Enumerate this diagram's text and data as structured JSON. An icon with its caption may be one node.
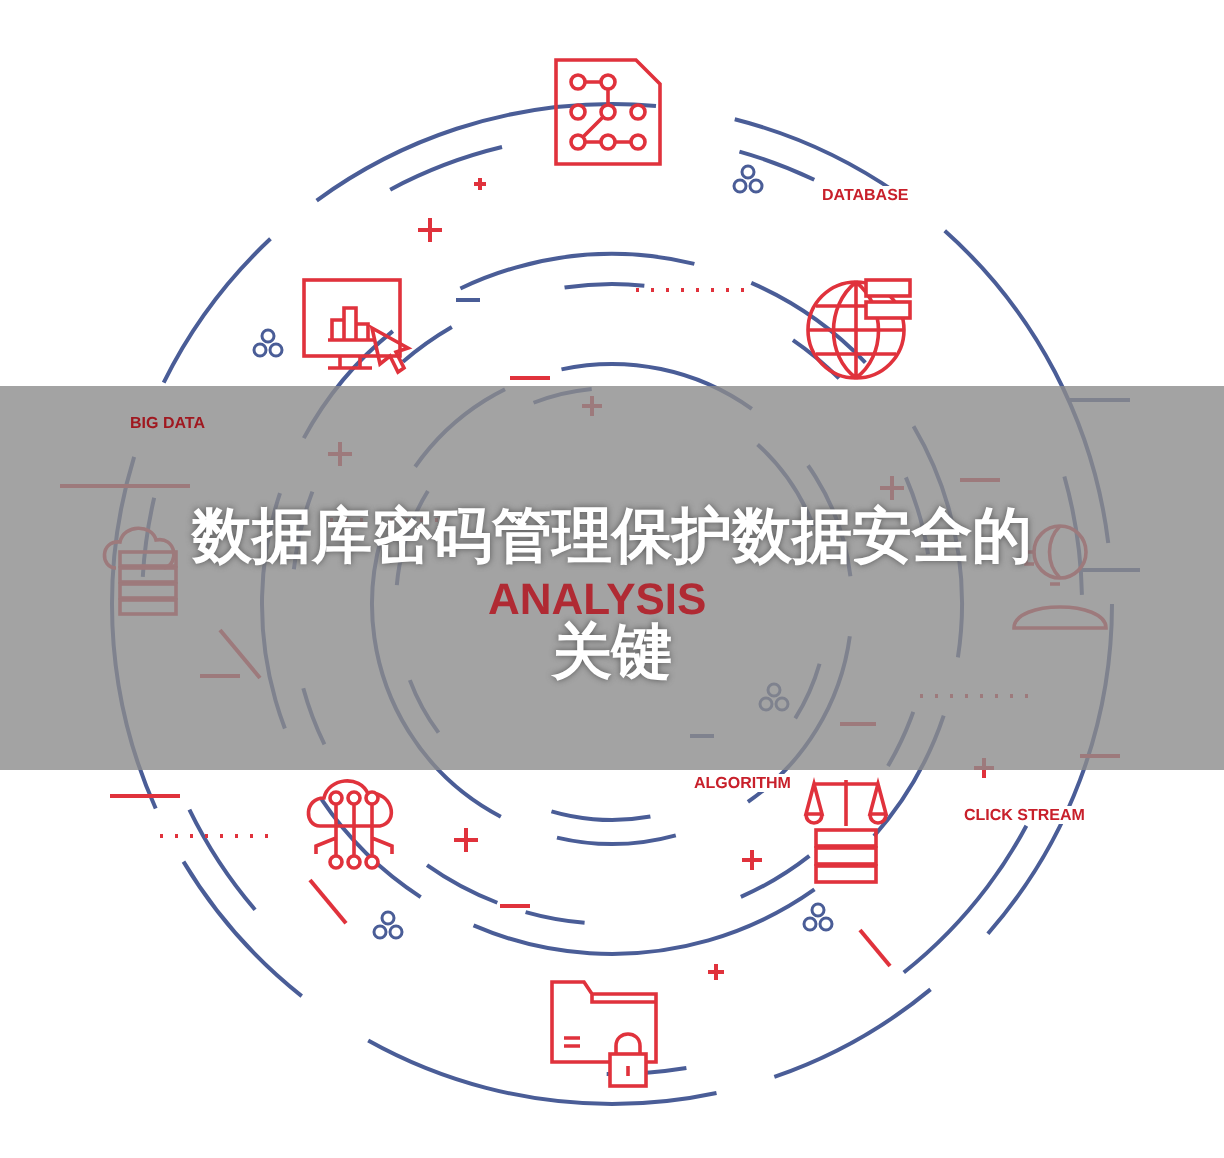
{
  "diagram": {
    "title": "数据库密码管理保护数据安全的关键",
    "labels": [
      "DATABASE",
      "BIG DATA",
      "ANALYSIS",
      "ALGORITHM",
      "CLICK STREAM"
    ]
  }
}
